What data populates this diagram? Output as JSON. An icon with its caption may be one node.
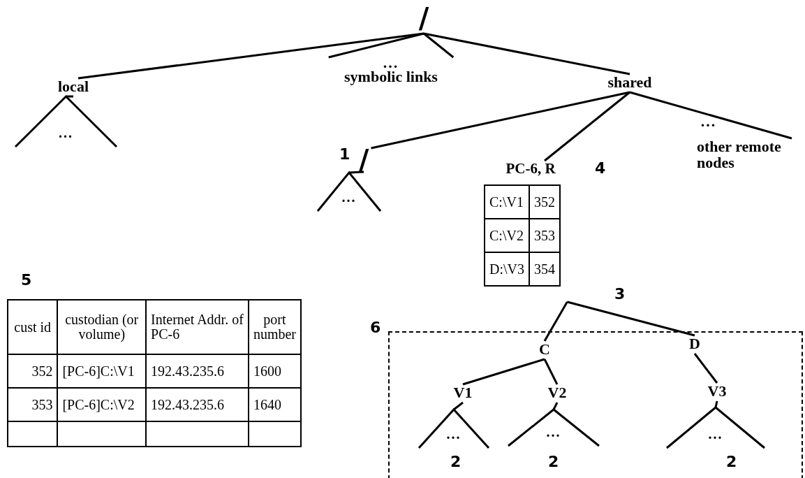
{
  "diagram": {
    "nodes": [
      {
        "text": [
          "/"
        ]
      },
      {
        "text": [
          "local"
        ]
      },
      {
        "text": [
          "..."
        ]
      },
      {
        "text": [
          "...",
          "symbolic links"
        ]
      },
      {
        "text": [
          "shared"
        ]
      },
      {
        "text": [
          "/"
        ],
        "beside": [
          "1"
        ]
      },
      {
        "text": [
          "..."
        ]
      },
      {
        "text": [
          "PC-6, R",
          "C:\\V1",
          "352",
          "C:\\V2",
          "353",
          "D:\\V3",
          "354"
        ],
        "beside": [
          "4",
          "3"
        ]
      },
      {
        "text": [
          "other remote nodes"
        ]
      },
      {
        "text": [
          "6"
        ]
      },
      {
        "text": [
          "C"
        ],
        "in": 9
      },
      {
        "text": [
          "D"
        ],
        "in": 9
      },
      {
        "text": [
          "V1"
        ],
        "in": 9
      },
      {
        "text": [
          "V2"
        ],
        "in": 9
      },
      {
        "text": [
          "V3"
        ],
        "in": 9
      },
      {
        "text": [
          "..."
        ],
        "in": 9,
        "beside": [
          "2"
        ]
      },
      {
        "text": [
          "..."
        ],
        "in": 9,
        "beside": [
          "2"
        ]
      },
      {
        "text": [
          "..."
        ],
        "in": 9,
        "beside": [
          "2"
        ]
      }
    ],
    "edges": [
      {
        "from": 0,
        "to": 1,
        "arrow": "none"
      },
      {
        "from": 0,
        "to": 3,
        "arrow": "none"
      },
      {
        "from": 0,
        "to": 3,
        "arrow": "none"
      },
      {
        "from": 0,
        "to": 4,
        "arrow": "none"
      },
      {
        "from": 1,
        "to": 2,
        "arrow": "none"
      },
      {
        "from": 4,
        "to": 5,
        "arrow": "none"
      },
      {
        "from": 4,
        "to": 7,
        "arrow": "none"
      },
      {
        "from": 4,
        "to": 8,
        "arrow": "none"
      },
      {
        "from": 5,
        "to": 6,
        "arrow": "none"
      },
      {
        "from": 7,
        "to": 10,
        "arrow": "none"
      },
      {
        "from": 7,
        "to": 11,
        "arrow": "none"
      },
      {
        "from": 10,
        "to": 12,
        "arrow": "none"
      },
      {
        "from": 10,
        "to": 13,
        "arrow": "none"
      },
      {
        "from": 11,
        "to": 14,
        "arrow": "none"
      },
      {
        "from": 12,
        "to": 15,
        "arrow": "none"
      },
      {
        "from": 13,
        "to": 16,
        "arrow": "none"
      },
      {
        "from": 14,
        "to": 17,
        "arrow": "none"
      }
    ],
    "labels": [
      "...",
      "5",
      "cust id",
      "custodian (or volume)",
      "Internet Addr. of PC-6",
      "port number",
      "352",
      "[PC-6]C:\\V1",
      "192.43.235.6",
      "1600",
      "353",
      "[PC-6]C:\\V2",
      "192.43.235.6",
      "1640"
    ]
  }
}
